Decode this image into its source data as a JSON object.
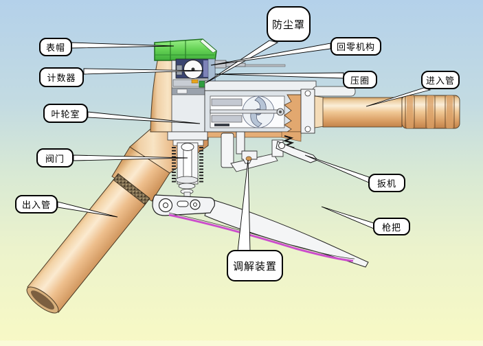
{
  "diagram": {
    "type": "technical-cutaway-diagram",
    "labels": {
      "meter_cap": "表帽",
      "counter": "计数器",
      "impeller_chamber": "叶轮室",
      "valve": "阀门",
      "outlet_pipe": "出入管",
      "dust_cover": "防尘罩",
      "zero_reset": "回零机构",
      "pressure_ring": "压圈",
      "inlet_pipe": "进入管",
      "trigger": "扳机",
      "grip": "枪把",
      "adjuster": "调解装置"
    },
    "colors": {
      "background_top": "#b4d1ea",
      "background_middle": "#dcebd2",
      "background_bottom": "#f8f9c5",
      "body_tan": "#e9b986",
      "body_tan_light": "#f8e4c4",
      "body_tan_dark": "#cf9558",
      "cap_green": "#63d153",
      "counter_navy": "#3a4470",
      "section_bluegray": "#a7bcd2",
      "hose_magenta": "#cc4ecc",
      "callout_background": "#ffffff",
      "callout_border": "#000000"
    }
  }
}
